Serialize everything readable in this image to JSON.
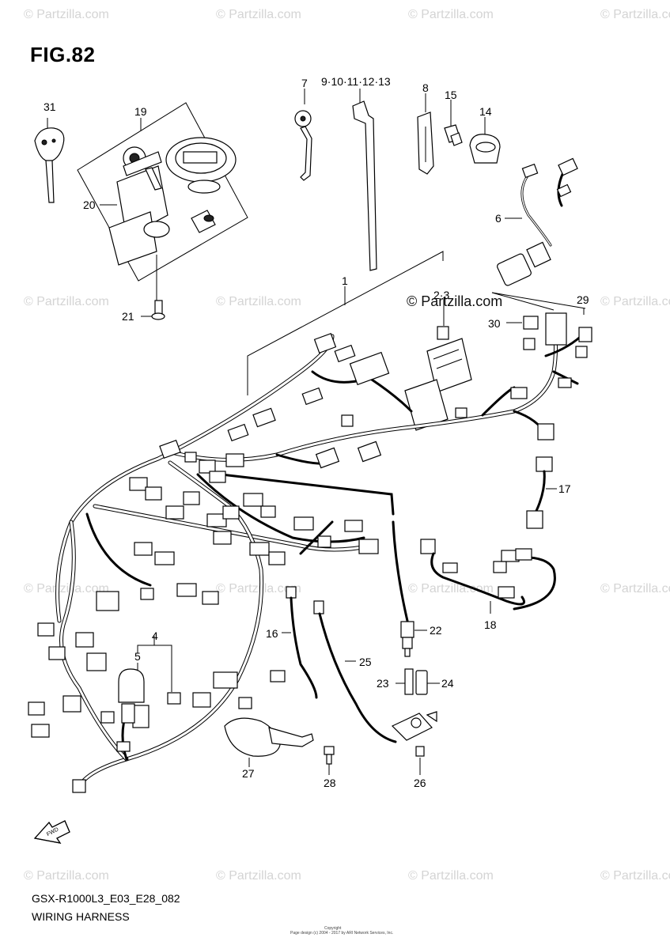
{
  "figure_title": "FIG.82",
  "watermark": {
    "text": "© Partzilla.com",
    "strong_text": "© Partzilla.com"
  },
  "callouts": {
    "c1": "1",
    "c2_3": "2·3",
    "c4": "4",
    "c5": "5",
    "c6": "6",
    "c7": "7",
    "c8": "8",
    "c9_13": "9·10·11·12·13",
    "c14": "14",
    "c15": "15",
    "c16": "16",
    "c17": "17",
    "c18": "18",
    "c19": "19",
    "c20": "20",
    "c21": "21",
    "c22": "22",
    "c23": "23",
    "c24": "24",
    "c25": "25",
    "c26": "26",
    "c27": "27",
    "c28": "28",
    "c29": "29",
    "c30": "30",
    "c31": "31"
  },
  "fwd_label": "FWD",
  "footer": {
    "model_code": "GSX-R1000L3_E03_E28_082",
    "assembly_name": "WIRING HARNESS",
    "copyright_line1": "Copyright",
    "copyright_line2": "Page design (c) 2004 - 2017 by ARI Network Services, Inc."
  }
}
